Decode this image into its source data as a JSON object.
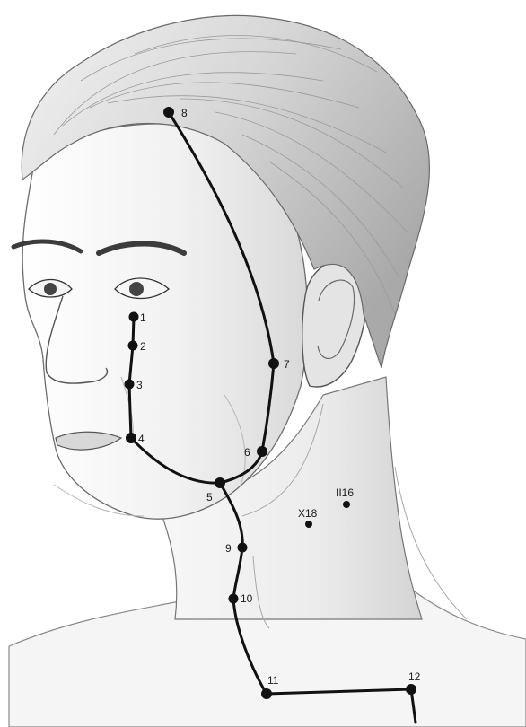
{
  "diagram": {
    "meridian_points": [
      {
        "label": "1"
      },
      {
        "label": "2"
      },
      {
        "label": "3"
      },
      {
        "label": "4"
      },
      {
        "label": "5"
      },
      {
        "label": "6"
      },
      {
        "label": "7"
      },
      {
        "label": "8"
      },
      {
        "label": "9"
      },
      {
        "label": "10"
      },
      {
        "label": "11"
      },
      {
        "label": "12"
      }
    ],
    "other_points": [
      {
        "label": "X18"
      },
      {
        "label": "II16"
      }
    ],
    "colors": {
      "meridian_line": "#111111",
      "point": "#111111",
      "skin_shading": "#e9e9e9",
      "hair": "#cfcfcf",
      "outline": "#5a5a5a"
    }
  }
}
